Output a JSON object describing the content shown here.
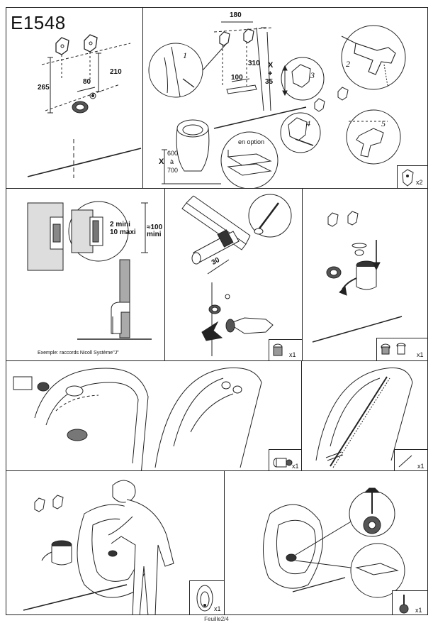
{
  "header": {
    "title": "E1548"
  },
  "panel1": {
    "dim_vertical_left": "265",
    "dim_horizontal": "80",
    "dim_vertical_right": "210"
  },
  "panel2": {
    "dim_top": "180",
    "dim_310": "310",
    "dim_x_plus": "X",
    "dim_plus": "+",
    "dim_35": "35",
    "dim_100": "100",
    "dim_600": "600",
    "dim_x": "X",
    "dim_a": "à",
    "dim_700": "700",
    "option_label": "en option",
    "steps": [
      "1",
      "2",
      "3",
      "4",
      "5"
    ],
    "qty": "x2"
  },
  "panel3": {
    "mini_2": "2 mini",
    "maxi_10": "10 maxi",
    "approx_100": "≈100",
    "mini": "mini",
    "caption": "Exemple: raccords Nicoll Système\"J\""
  },
  "panel4": {
    "dim_30": "30",
    "qty": "x1"
  },
  "panel5": {
    "qty": "x1"
  },
  "panel6": {
    "qty": "x1"
  },
  "panel7": {
    "qty": "x1"
  },
  "panel8": {
    "qty": "x1"
  },
  "panel9": {
    "qty": "x1"
  },
  "footer": {
    "text": "Feuille2/4"
  }
}
